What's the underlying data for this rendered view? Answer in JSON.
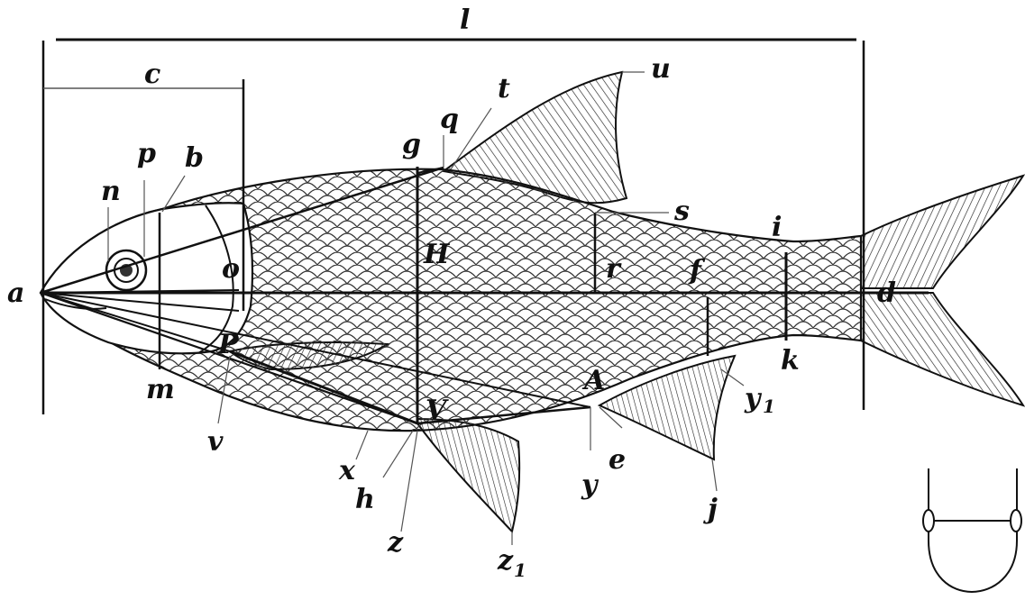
{
  "figure": {
    "labels": {
      "l": "l",
      "c": "c",
      "a": "a",
      "b": "b",
      "d": "d",
      "e": "e",
      "f": "f",
      "g": "g",
      "h": "h",
      "i": "i",
      "j": "j",
      "k": "k",
      "m": "m",
      "n": "n",
      "o": "o",
      "p": "p",
      "q": "q",
      "r": "r",
      "s": "s",
      "t": "t",
      "u": "u",
      "v": "v",
      "x": "x",
      "y": "y",
      "z": "z",
      "H": "H",
      "P": "P",
      "V": "V",
      "A": "A",
      "y1_main": "y",
      "y1_sub": "1",
      "z1_main": "z",
      "z1_sub": "1"
    }
  }
}
